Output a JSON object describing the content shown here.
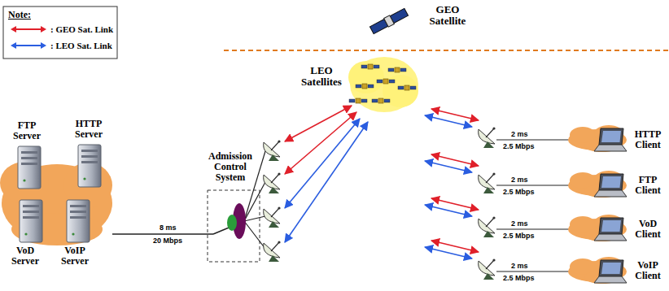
{
  "diagram": {
    "nodes": [
      {
        "text": [
          "GEO Satellite"
        ]
      },
      {
        "text": [
          "LEO Satellites"
        ]
      },
      {
        "text": [
          "FTP Server"
        ]
      },
      {
        "text": [
          "HTTP Server"
        ]
      },
      {
        "text": [
          "VoD Server"
        ]
      },
      {
        "text": [
          "VoIP Server"
        ]
      },
      {
        "text": [
          "Admission Control System"
        ]
      },
      {
        "text": [
          "HTTP Client"
        ]
      },
      {
        "text": [
          "FTP Client"
        ]
      },
      {
        "text": [
          "VoD Client"
        ]
      },
      {
        "text": [
          "VoIP Client"
        ]
      }
    ],
    "labels": [
      "Note:",
      "8 ms",
      "20 Mbps",
      "2 ms",
      "2.5 Mbps",
      "2 ms",
      "2.5 Mbps",
      "2 ms",
      "2.5 Mbps",
      "2 ms",
      "2.5 Mbps"
    ],
    "legend": [
      {
        "text": ": GEO Sat. Link"
      },
      {
        "text": ": LEO Sat. Link"
      }
    ]
  }
}
